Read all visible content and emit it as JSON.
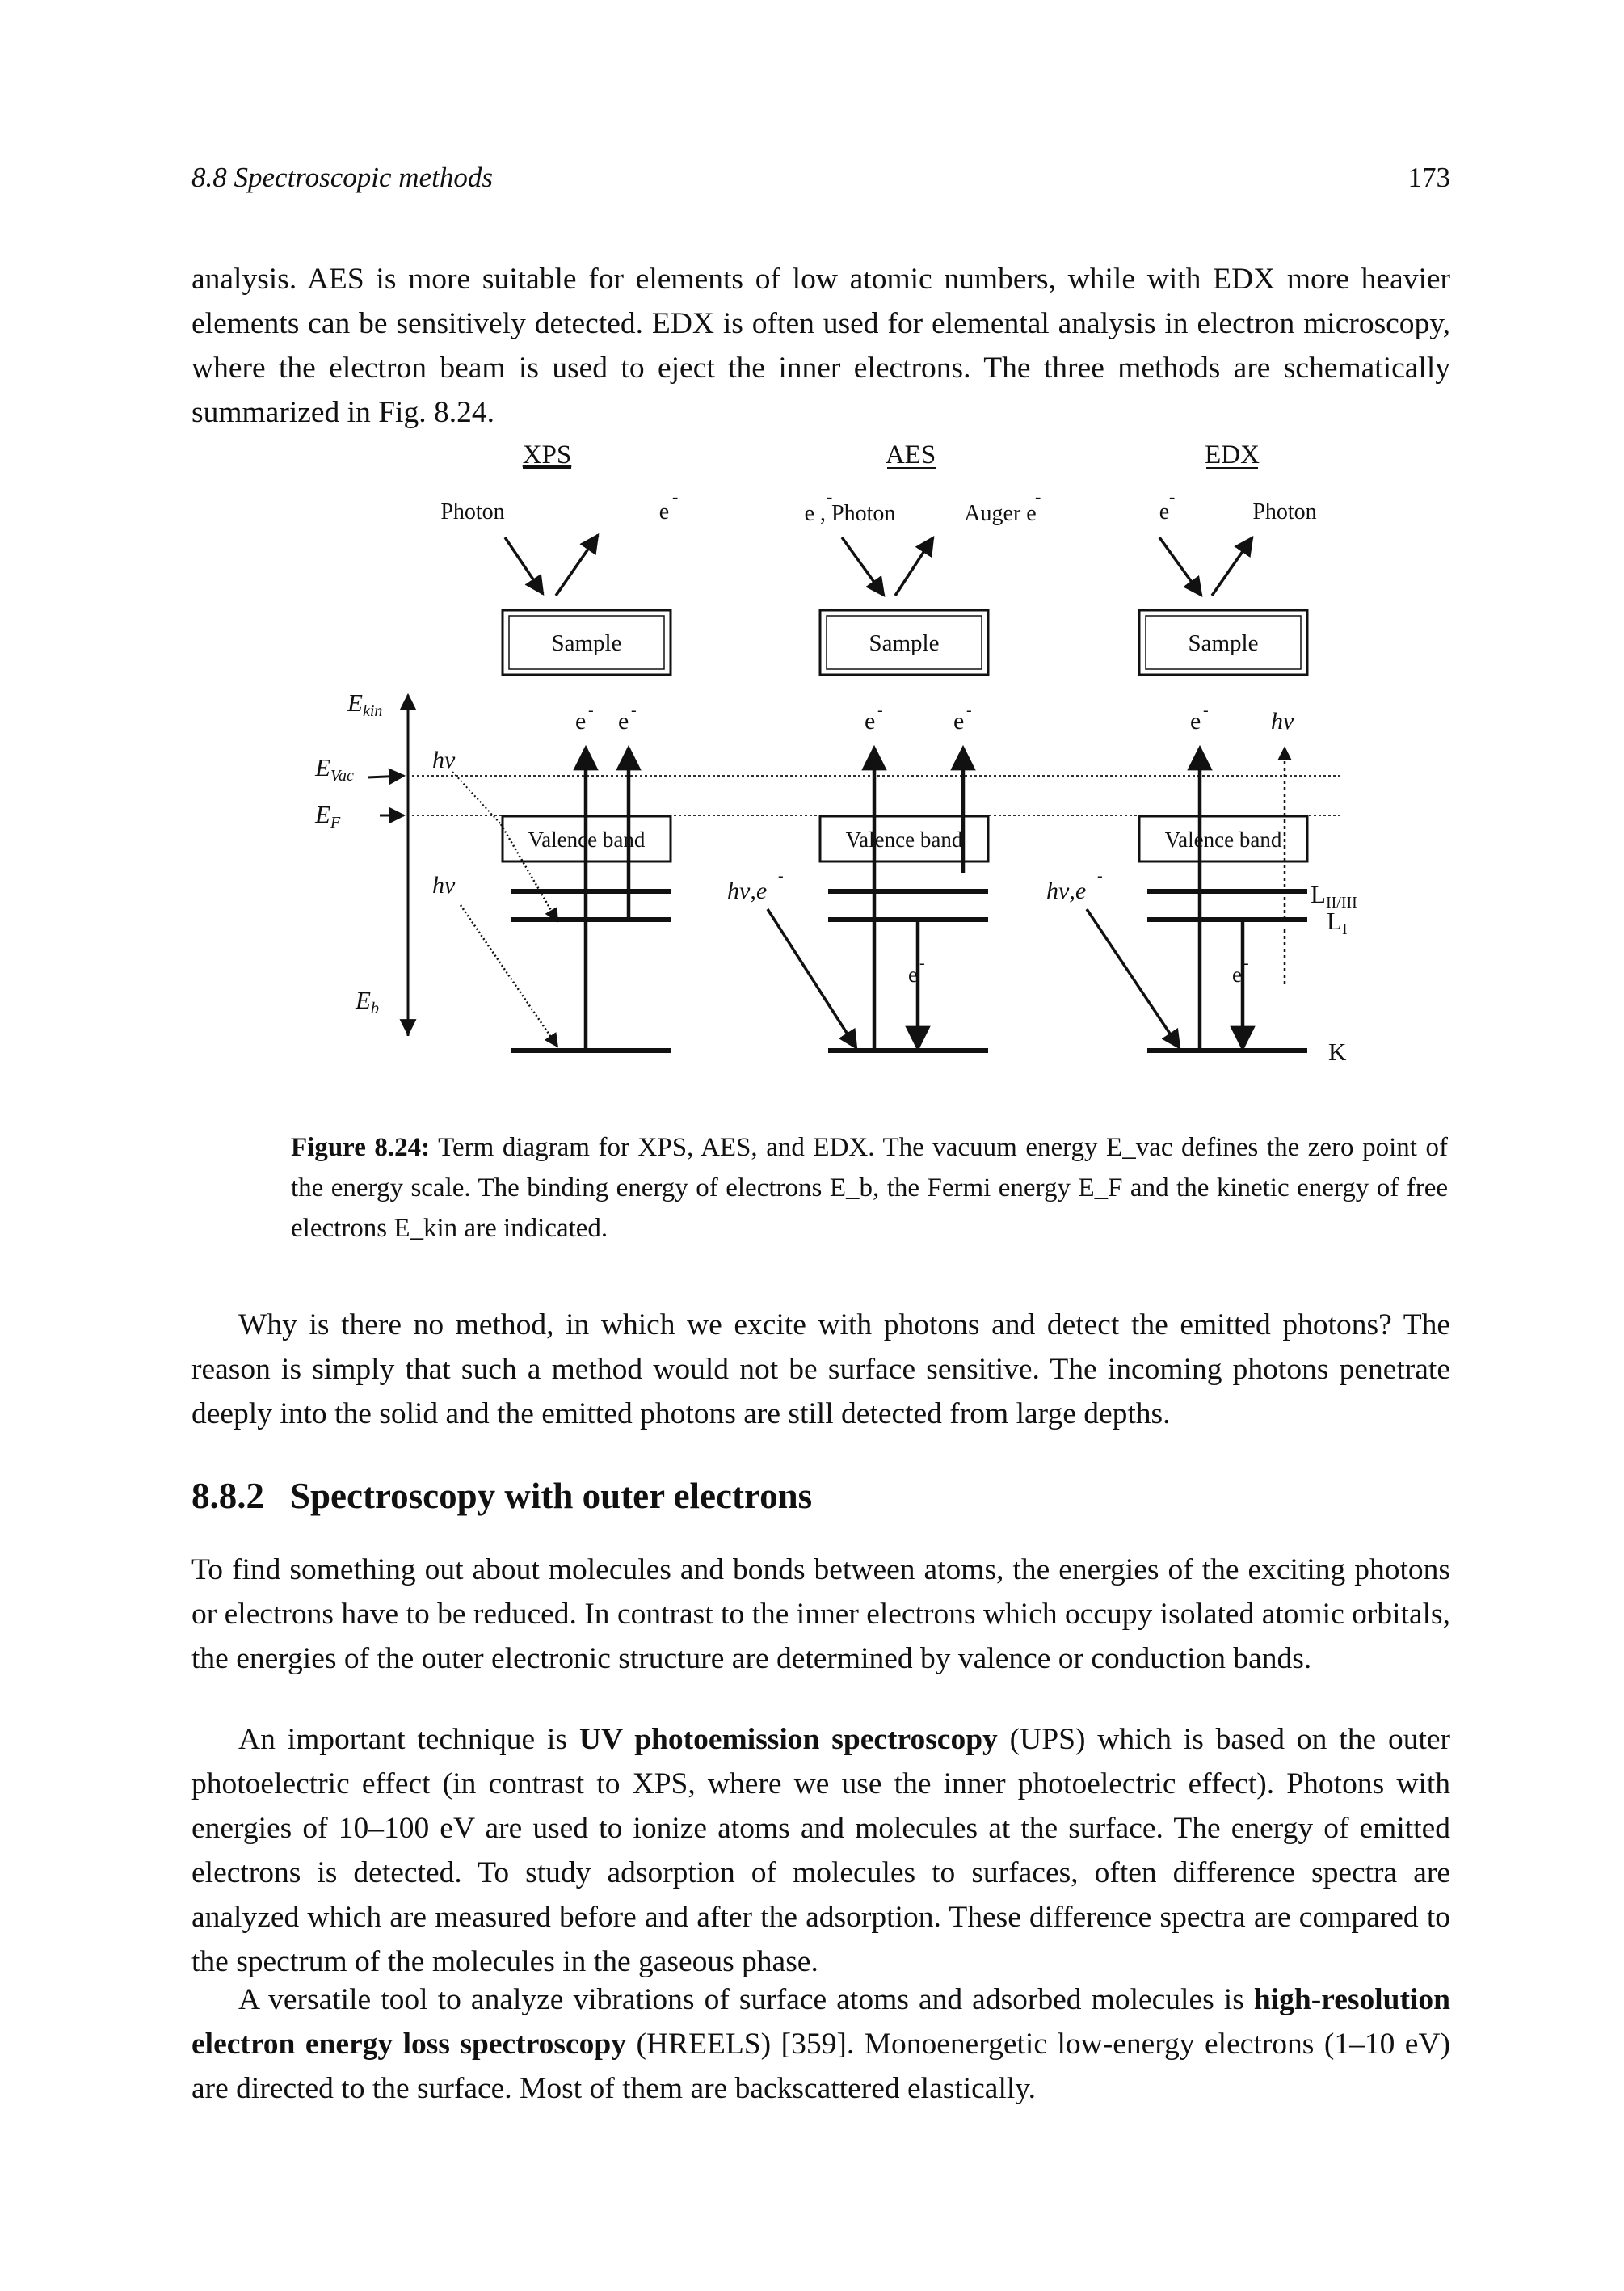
{
  "header": {
    "running_head": "8.8   Spectroscopic methods",
    "page_number": "173"
  },
  "paragraphs": {
    "intro": "analysis. AES is more suitable for elements of low atomic numbers, while with EDX more heavier elements can be sensitively detected. EDX is often used for elemental analysis in electron microscopy, where the electron beam is used to eject the inner electrons. The three methods are schematically summarized in Fig. 8.24.",
    "why": "Why is there no method, in which we excite with photons and detect the emitted photons? The reason is simply that such a method would not be surface sensitive. The incoming photons penetrate deeply into the solid and the emitted photons are still detected from large depths.",
    "s1": "To find something out about molecules and bonds between atoms, the energies of the exciting photons or electrons have to be reduced. In contrast to the inner electrons which occupy isolated atomic orbitals, the energies of the outer electronic structure are determined by valence or conduction bands.",
    "s2_pre": "An important technique is ",
    "s2_bold": "UV photoemission spectroscopy",
    "s2_post": " (UPS) which is based on the outer photoelectric effect (in contrast to XPS, where we use the inner photoelectric effect). Photons with energies of 10–100 eV are used to ionize atoms and molecules at the surface. The energy of emitted electrons is detected. To study adsorption of molecules to surfaces, often difference spectra are analyzed which are measured before and after the adsorption. These difference spectra are compared to the spectrum of the molecules in the gaseous phase.",
    "s3_pre": "A versatile tool to analyze vibrations of surface atoms and adsorbed molecules is ",
    "s3_bold": "high-resolution electron energy loss spectroscopy",
    "s3_post": " (HREELS) [359]. Monoenergetic low-energy electrons (1–10 eV) are directed to the surface. Most of them are backscattered elastically."
  },
  "section": {
    "number": "8.8.2",
    "title": "Spectroscopy with outer electrons"
  },
  "figure": {
    "panels": {
      "xps": {
        "title": "XPS",
        "in_label": "Photon",
        "out_label": "e",
        "sample": "Sample",
        "valence": "Valence band",
        "hv": "hν",
        "emitted": "e"
      },
      "aes": {
        "title": "AES",
        "in_label": "e , Photon",
        "out_label": "Auger e",
        "sample": "Sample",
        "valence": "Valence band",
        "hv": "hν,e",
        "emitted": "e",
        "inner": "e"
      },
      "edx": {
        "title": "EDX",
        "in_label": "e",
        "out_label": "Photon",
        "sample": "Sample",
        "valence": "Valence band",
        "hv": "hν,e",
        "emitted": "e",
        "photon": "hν",
        "inner": "e"
      }
    },
    "axis": {
      "ekin": "E",
      "ekin_sub": "kin",
      "evac": "E",
      "evac_sub": "Vac",
      "ef": "E",
      "ef_sub": "F",
      "eb": "E",
      "eb_sub": "b"
    },
    "shells": {
      "l23": "L",
      "l23_sub": "II/III",
      "l1": "L",
      "l1_sub": "I",
      "k": "K"
    },
    "caption_label": "Figure 8.24:",
    "caption_text": " Term diagram for XPS, AES, and EDX. The vacuum energy E_vac defines the zero point of the energy scale. The binding energy of electrons E_b, the Fermi energy E_F and the kinetic energy of free electrons E_kin are indicated."
  }
}
